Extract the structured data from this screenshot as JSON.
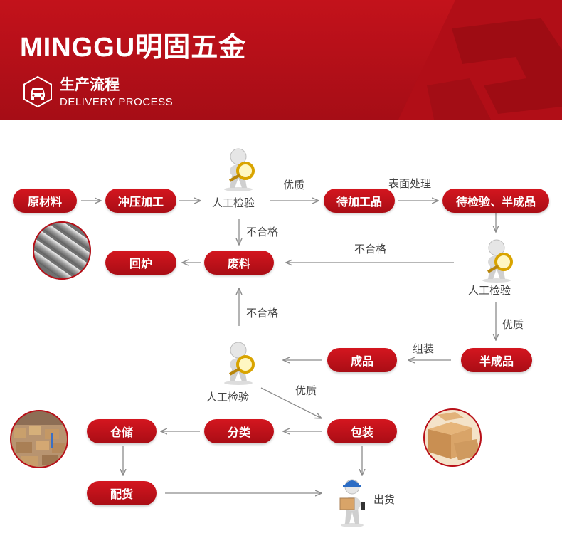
{
  "header": {
    "brand": "MINGGU明固五金",
    "section_title": "生产流程",
    "section_subtitle": "DELIVERY PROCESS",
    "section_icon": "car-icon"
  },
  "colors": {
    "brand_red": "#b80f18",
    "arrow_gray": "#8c8c8c",
    "text_gray": "#444444"
  },
  "nodes": {
    "raw_material": "原材料",
    "stamping": "冲压加工",
    "to_process": "待加工品",
    "to_inspect": "待检验、半成品",
    "remelt": "回炉",
    "scrap": "废料",
    "finished": "成品",
    "semi_finished": "半成品",
    "warehouse": "仓储",
    "sorting": "分类",
    "packing": "包装",
    "distribution": "配货"
  },
  "inspection": {
    "label_1": "人工检验",
    "label_2": "人工检验",
    "label_3": "人工检验"
  },
  "edge_labels": {
    "quality_1": "优质",
    "surface_treatment": "表面处理",
    "reject_1": "不合格",
    "reject_2": "不合格",
    "reject_3": "不合格",
    "quality_2": "优质",
    "assemble": "组装",
    "quality_3": "优质",
    "ship": "出货"
  }
}
